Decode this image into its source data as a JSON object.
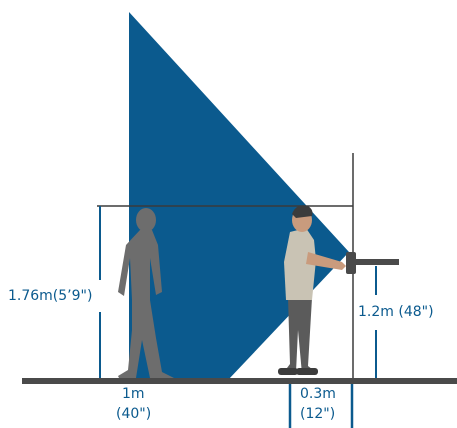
{
  "colors": {
    "beam": "#0b5a8e",
    "label": "#0b5a8e",
    "figure_far": "#6d6d6d",
    "person_shirt": "#c9c3b4",
    "person_skin": "#c99b7d",
    "person_pants": "#5b5b5b",
    "person_hair": "#3c3c3c",
    "ground": "#4a4a4a",
    "device": "#4a4a4a",
    "line": "#3b3b3b"
  },
  "labels": {
    "height_far": "1.76m(5’9\")",
    "device_height": "1.2m (48\")",
    "distance_far_line1": "1m",
    "distance_far_line2": "(40\")",
    "distance_near_line1": "0.3m",
    "distance_near_line2": "(12\")"
  },
  "icons": {
    "far_person": "person-silhouette-icon",
    "near_person": "person-icon",
    "device": "wall-mounted-device-icon"
  }
}
